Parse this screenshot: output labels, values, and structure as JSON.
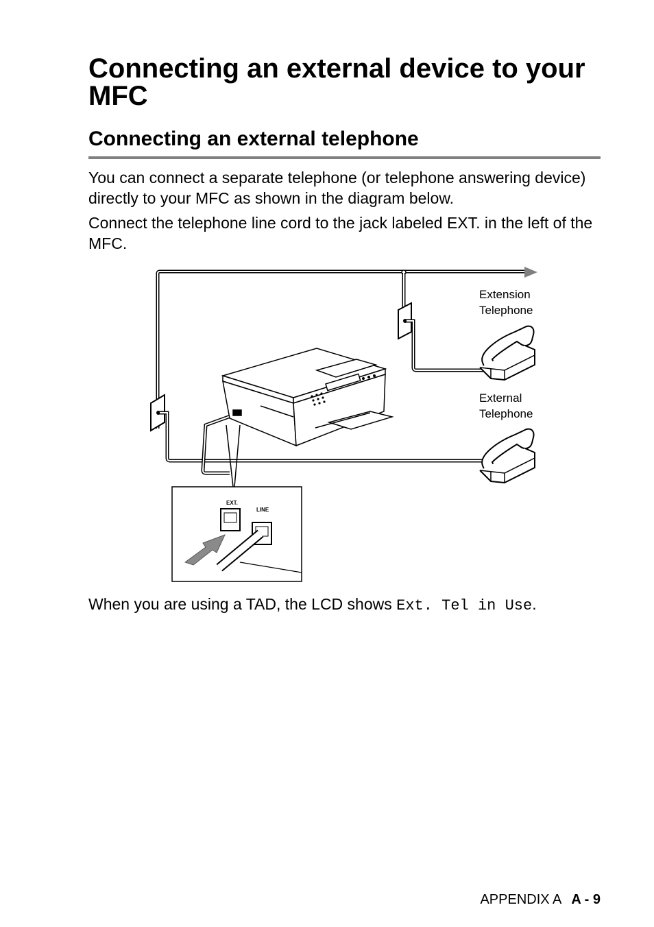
{
  "heading": "Connecting an external device to your MFC",
  "subheading": "Connecting an external telephone",
  "paragraphs": {
    "p1": "You can connect a separate telephone (or telephone answering device) directly to your MFC as shown in the diagram below.",
    "p2": "Connect the telephone line cord to the jack labeled EXT. in the left of the MFC.",
    "p3_before": "When you are using a TAD, the LCD shows ",
    "p3_lcd": "Ext. Tel in Use",
    "p3_after": "."
  },
  "diagram": {
    "extension_label_line1": "Extension",
    "extension_label_line2": "Telephone",
    "external_label_line1": "External",
    "external_label_line2": "Telephone",
    "jack_ext_label": "EXT.",
    "jack_line_label": "LINE"
  },
  "footer": {
    "section": "APPENDIX A",
    "page": "A - 9"
  }
}
